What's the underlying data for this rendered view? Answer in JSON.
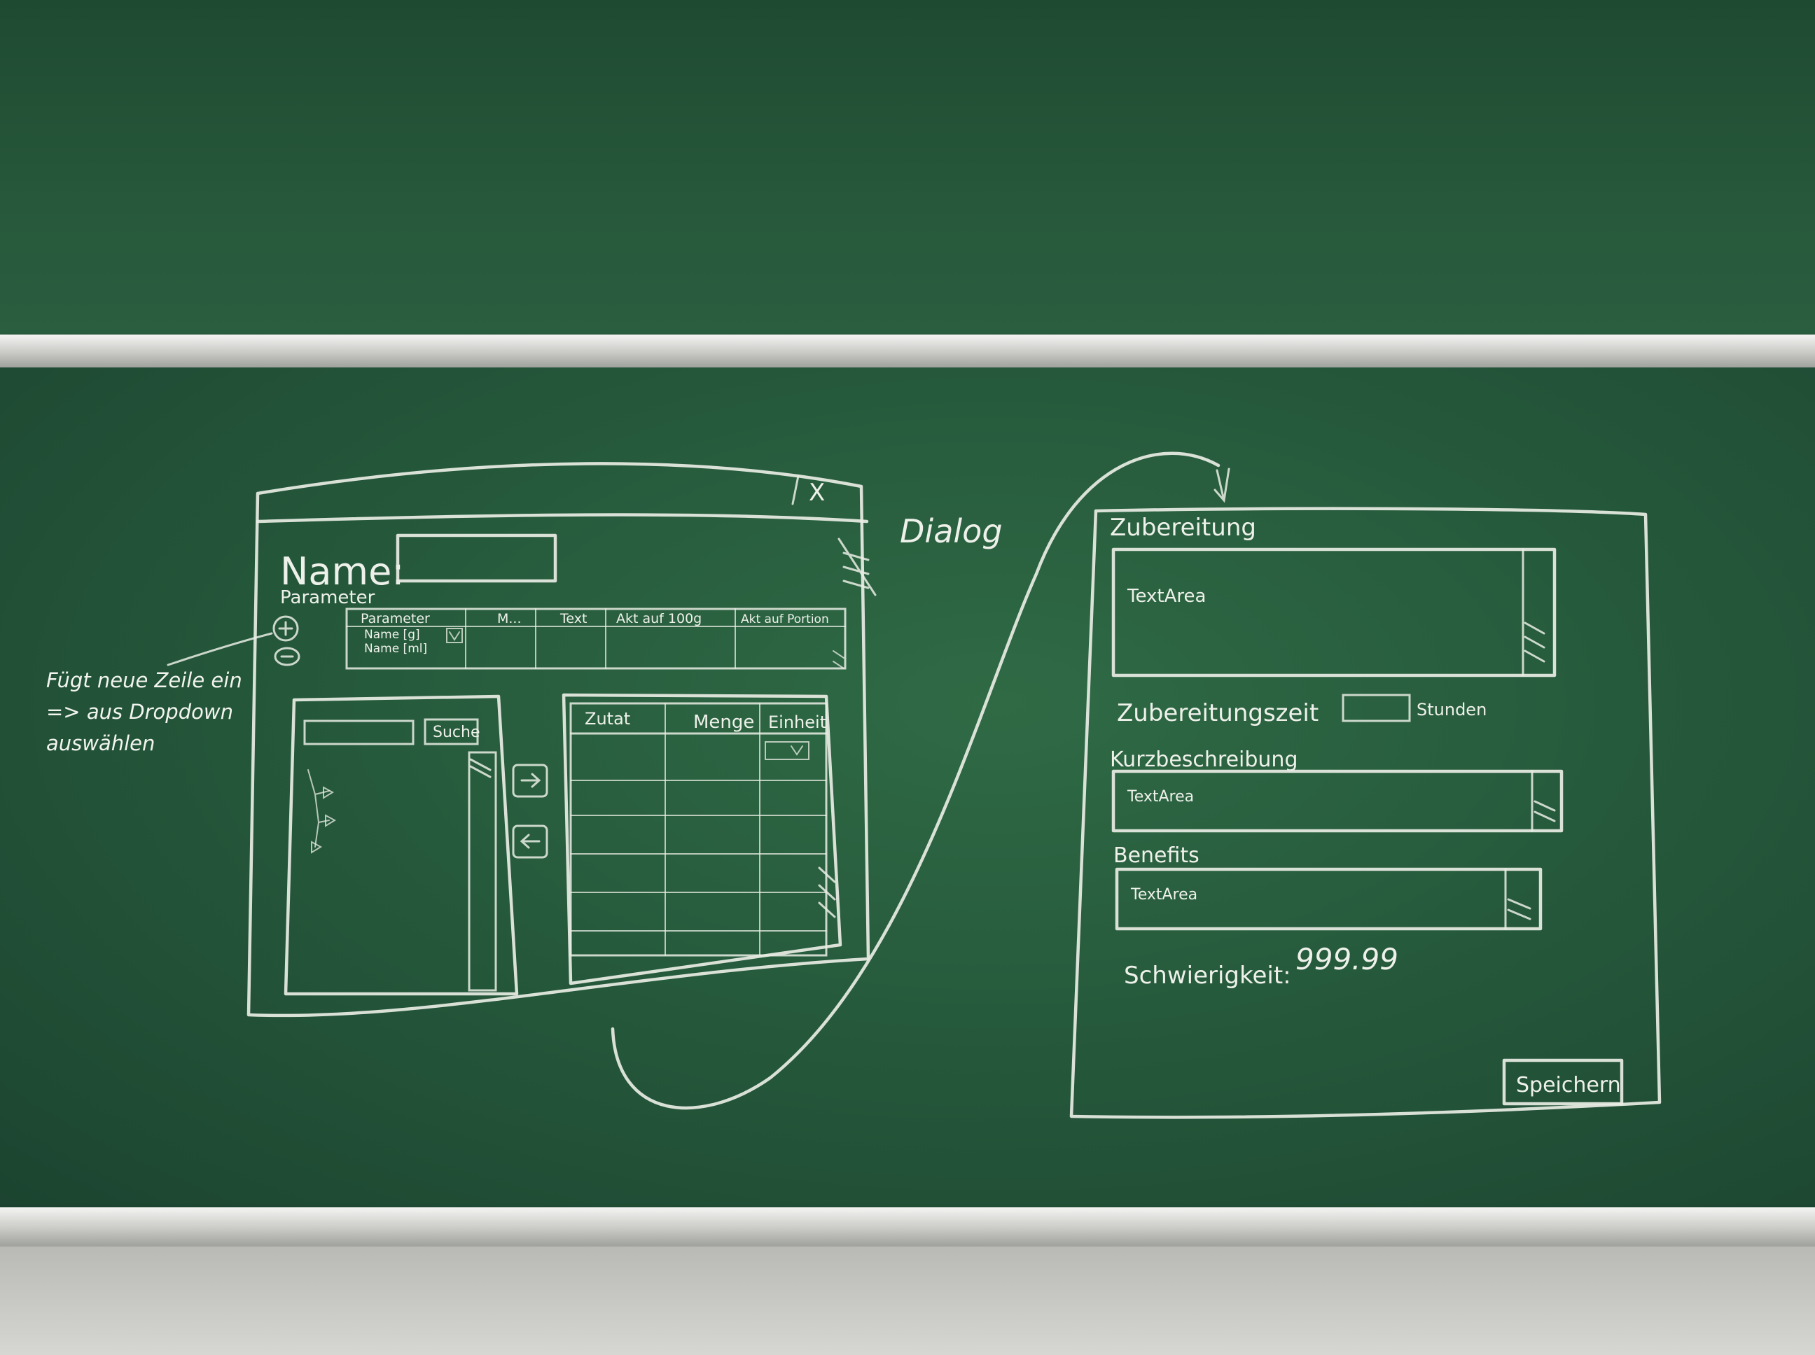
{
  "main_window": {
    "close_label": "X",
    "name_label": "Name:",
    "parameter_heading": "Parameter",
    "parameter_table": {
      "columns": [
        "Parameter",
        "M...",
        "Text",
        "Akt auf 100g",
        "Akt auf Portion"
      ],
      "rows": [
        "Name [g]",
        "Name [ml]"
      ]
    },
    "add_row_hint": "Fügt neue Zeile ein => aus Dropdown auswählen",
    "search_button": "Suche",
    "ingredient_table": {
      "columns": [
        "Zutat",
        "Menge",
        "Einheit"
      ]
    }
  },
  "dialog_label": "Dialog",
  "dialog": {
    "zubereitung_label": "Zubereitung",
    "zubereitung_textarea": "TextArea",
    "zubereitungszeit_label": "Zubereitungszeit",
    "zubereitungszeit_unit": "Stunden",
    "kurzbeschreibung_label": "Kurzbeschreibung",
    "kurzbeschreibung_textarea": "TextArea",
    "benefits_label": "Benefits",
    "benefits_textarea": "TextArea",
    "schwierigkeit_label": "Schwierigkeit:",
    "schwierigkeit_value": "999.99",
    "submit_button": "Speichern"
  },
  "colors": {
    "chalk": "#eef1ea",
    "board": "#27583b"
  }
}
